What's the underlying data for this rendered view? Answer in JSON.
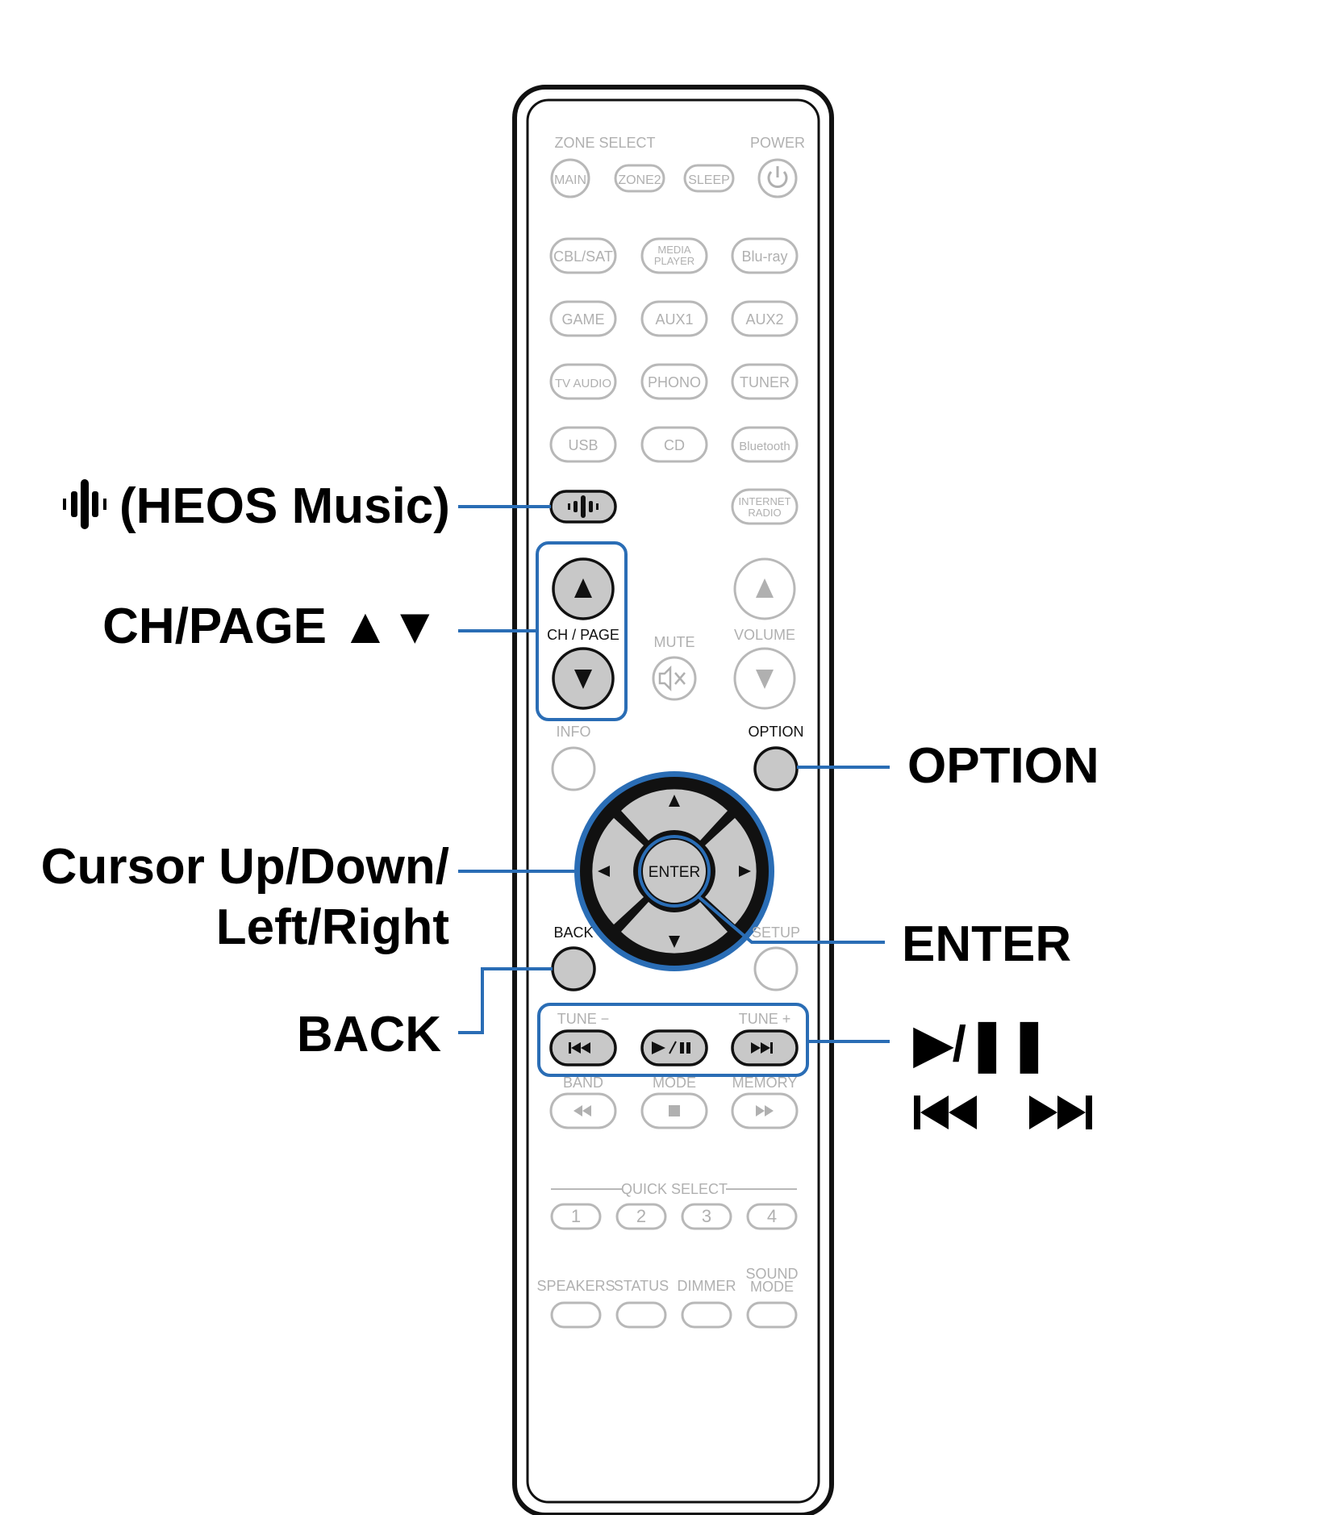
{
  "remote": {
    "zone_select": "ZONE SELECT",
    "power": "POWER",
    "zone_buttons": [
      "MAIN",
      "ZONE2",
      "SLEEP"
    ],
    "sources": [
      [
        "CBL/SAT",
        "MEDIA PLAYER",
        "Blu-ray"
      ],
      [
        "GAME",
        "AUX1",
        "AUX2"
      ],
      [
        "TV AUDIO",
        "PHONO",
        "TUNER"
      ],
      [
        "USB",
        "CD",
        "Bluetooth"
      ]
    ],
    "internet_radio": "INTERNET RADIO",
    "ch_page": "CH / PAGE",
    "mute": "MUTE",
    "volume": "VOLUME",
    "info": "INFO",
    "option": "OPTION",
    "enter": "ENTER",
    "back": "BACK",
    "setup": "SETUP",
    "tune_minus": "TUNE −",
    "tune_plus": "TUNE +",
    "band": "BAND",
    "mode": "MODE",
    "memory": "MEMORY",
    "quick_select": "QUICK SELECT",
    "quick_numbers": [
      "1",
      "2",
      "3",
      "4"
    ],
    "bottom_labels": [
      "SPEAKERS",
      "STATUS",
      "DIMMER",
      "SOUND MODE"
    ]
  },
  "callouts": {
    "heos": "(HEOS Music)",
    "ch_page": "CH/PAGE ▲▼",
    "cursor_line1": "Cursor Up/Down/",
    "cursor_line2": "Left/Right",
    "back": "BACK",
    "option": "OPTION",
    "enter": "ENTER",
    "play_pause": "▶/❚❚",
    "skip": "⏮ ⏭"
  },
  "colors": {
    "accent_blue": "#2a6db5",
    "highlight_gray": "#c8c8c8",
    "faded_gray": "#b4b4b4"
  }
}
